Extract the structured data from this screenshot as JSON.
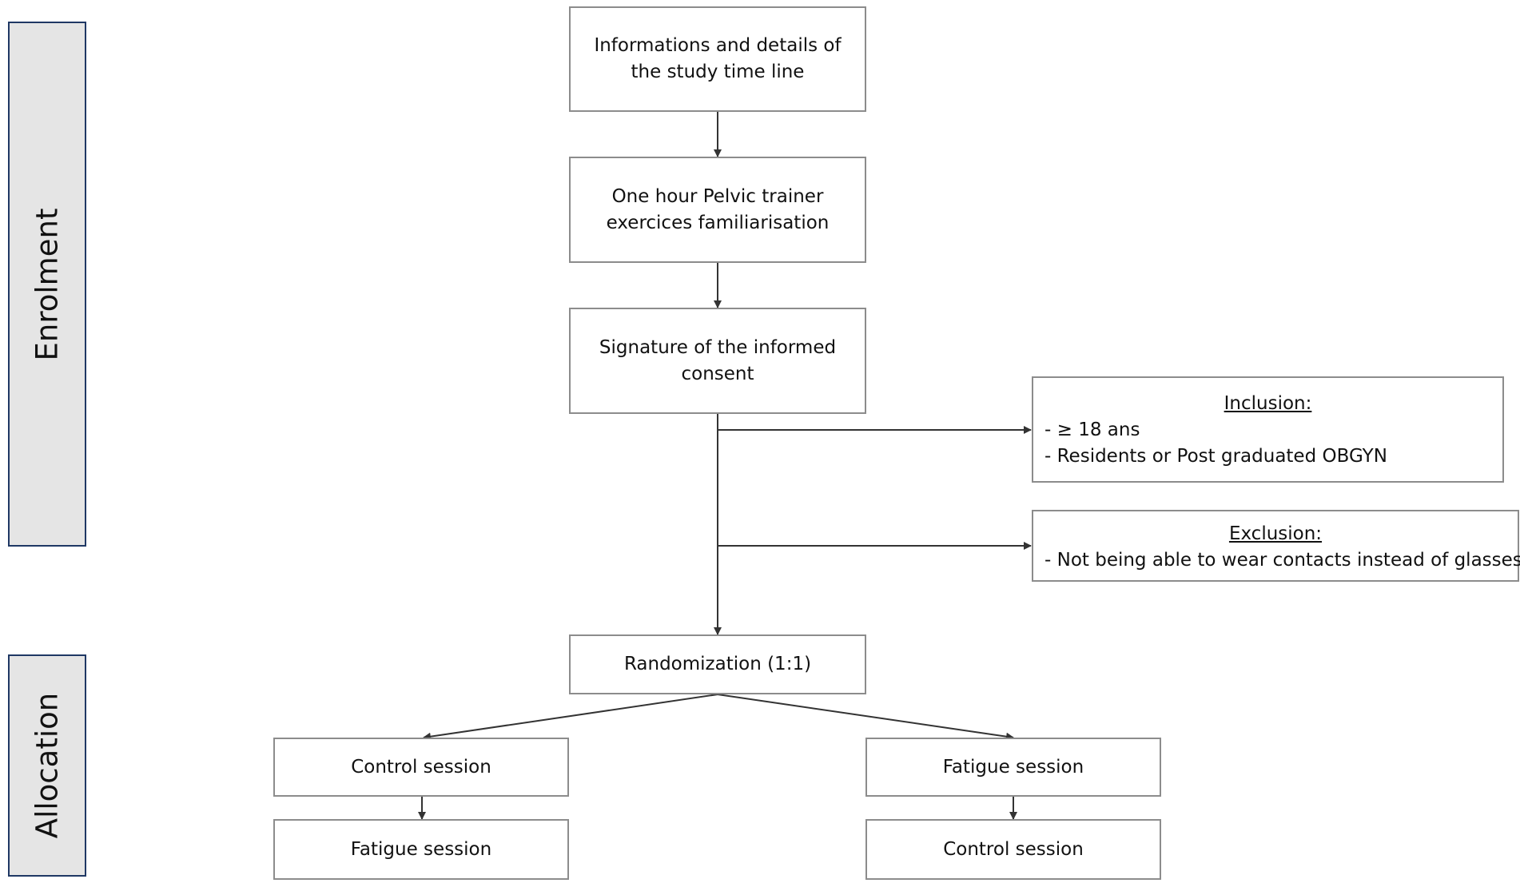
{
  "stages": {
    "enrolment": "Enrolment",
    "allocation": "Allocation"
  },
  "boxes": {
    "info": "Informations and details of the study time line",
    "familiarisation": "One hour Pelvic trainer exercices familiarisation",
    "consent": "Signature of the informed consent",
    "randomization": "Randomization (1:1)",
    "left_first": "Control session",
    "left_second": "Fatigue session",
    "right_first": "Fatigue session",
    "right_second": "Control session"
  },
  "inclusion": {
    "title": "Inclusion:",
    "items": [
      "- ≥ 18 ans",
      "- Residents or Post graduated OBGYN"
    ]
  },
  "exclusion": {
    "title": "Exclusion:",
    "items": [
      "- Not being able to wear contacts instead of glasses"
    ]
  },
  "colors": {
    "stage_fill": "#e5e5e5",
    "stage_border": "#1f3864",
    "box_border": "#8c8c8c",
    "arrow": "#333333"
  }
}
